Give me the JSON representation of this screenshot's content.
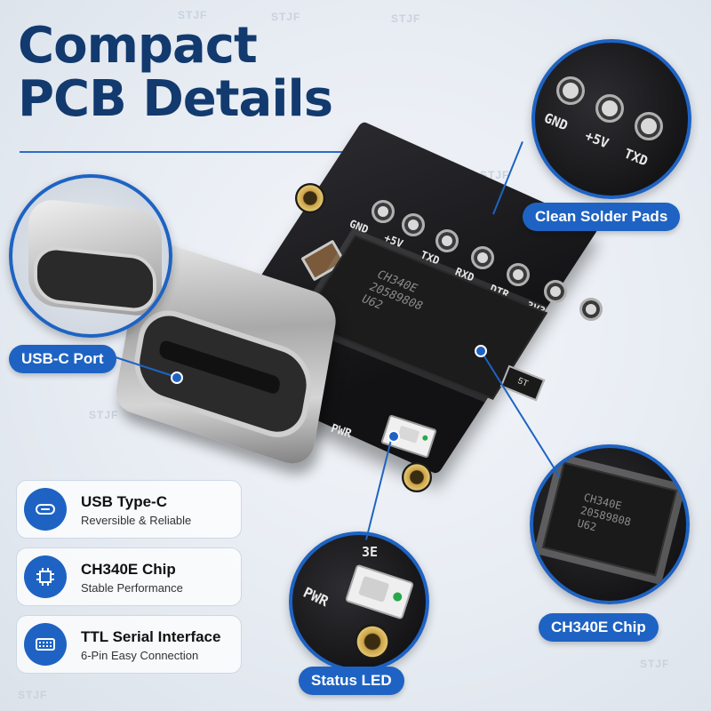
{
  "headline": {
    "line1": "Compact",
    "line2": "PCB Details"
  },
  "watermark": "STJF",
  "board": {
    "pin_labels": [
      "GND",
      "+5V",
      "TXD",
      "RXD",
      "DTR",
      "3V3"
    ],
    "chip_marking": [
      "CH340E",
      "20589808",
      "U62"
    ],
    "pwr_label": "PWR",
    "regulator_marking": "5T"
  },
  "callouts": {
    "solder_pads": {
      "label": "Clean Solder Pads",
      "pins": [
        "GND",
        "+5V",
        "TXD"
      ]
    },
    "usbc_port": {
      "label": "USB-C Port"
    },
    "status_led": {
      "label": "Status LED",
      "pwr_label": "PWR",
      "marking": "3E"
    },
    "chip": {
      "label": "CH340E Chip",
      "marking": [
        "CH340E",
        "20589808",
        "U62"
      ]
    }
  },
  "features": [
    {
      "title": "USB Type-C",
      "subtitle": "Reversible & Reliable",
      "icon": "usb-c-icon"
    },
    {
      "title": "CH340E Chip",
      "subtitle": "Stable Performance",
      "icon": "chip-icon"
    },
    {
      "title": "TTL Serial Interface",
      "subtitle": "6-Pin Easy Connection",
      "icon": "pin-header-icon"
    }
  ],
  "colors": {
    "accent": "#1e63c3",
    "headline": "#123a6e",
    "board": "#141416"
  }
}
